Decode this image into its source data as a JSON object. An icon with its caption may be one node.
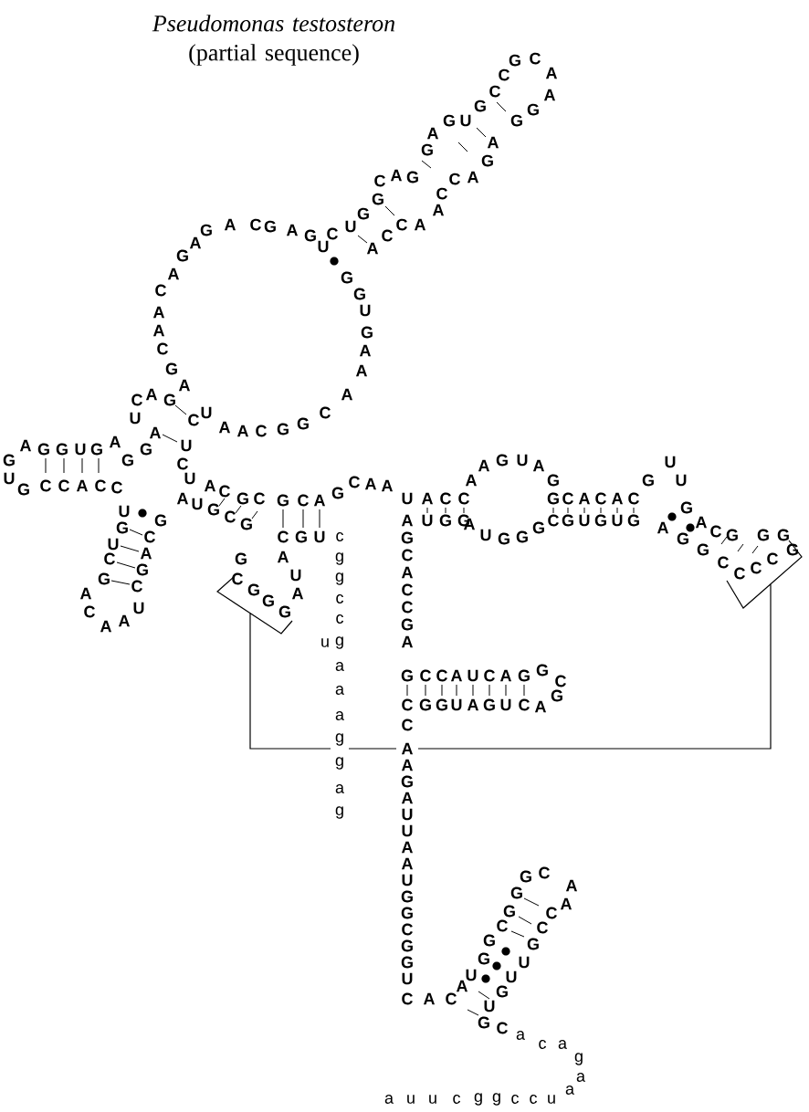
{
  "diagram": {
    "title": "*Pseudomonas testosteron* (partial sequence)",
    "labels": [
      "G",
      "A",
      "G",
      "G",
      "U",
      "G",
      "A",
      "G",
      "U",
      "G",
      "C",
      "C",
      "A",
      "C",
      "C",
      "U",
      "G",
      "U",
      "C",
      "G",
      "A",
      "C",
      "A",
      "A",
      "U",
      "C",
      "G",
      "A",
      "C",
      "G",
      "G",
      "A",
      "U",
      "C",
      "A",
      "G",
      "A",
      "G",
      "C",
      "A",
      "A",
      "C",
      "A",
      "G",
      "A",
      "G",
      "A",
      "C",
      "G",
      "A",
      "G",
      "U",
      "C",
      "U",
      "G",
      "G",
      "C",
      "A",
      "G",
      "G",
      "A",
      "G",
      "U",
      "G",
      "C",
      "C",
      "G",
      "C",
      "A",
      "A",
      "G",
      "G",
      "A",
      "G",
      "A",
      "C",
      "C",
      "A",
      "A",
      "C",
      "C",
      "A",
      "G",
      "G",
      "U",
      "G",
      "A",
      "A",
      "A",
      "C",
      "G",
      "G",
      "C",
      "A",
      "A",
      "U",
      "C",
      "U",
      "C",
      "U",
      "A",
      "C",
      "G",
      "C",
      "A",
      "U",
      "G",
      "C",
      "G",
      "G",
      "C",
      "A",
      "G",
      "C",
      "A",
      "A",
      "C",
      "G",
      "U",
      "A",
      "U",
      "A",
      "G",
      "G",
      "G",
      "C",
      "G",
      "U",
      "A",
      "C",
      "C",
      "A",
      "U",
      "G",
      "G",
      "G",
      "C",
      "A",
      "C",
      "C",
      "G",
      "A",
      "A",
      "A",
      "G",
      "U",
      "A",
      "G",
      "G",
      "C",
      "A",
      "C",
      "A",
      "C",
      "C",
      "G",
      "U",
      "G",
      "U",
      "G",
      "A",
      "U",
      "G",
      "G",
      "G",
      "G",
      "U",
      "U",
      "G",
      "A",
      "C",
      "G",
      "G",
      "G",
      "G",
      "C",
      "C",
      "C",
      "C",
      "G",
      "G",
      "A",
      "G",
      "C",
      "C",
      "A",
      "U",
      "C",
      "A",
      "G",
      "G",
      "C",
      "G",
      "A",
      "C",
      "U",
      "G",
      "A",
      "U",
      "G",
      "G",
      "C",
      "C",
      "A",
      "A",
      "G",
      "A",
      "U",
      "U",
      "A",
      "A",
      "U",
      "G",
      "G",
      "C",
      "G",
      "G",
      "U",
      "C",
      "A",
      "C",
      "A",
      "U",
      "G",
      "G",
      "C",
      "G",
      "G",
      "G",
      "C",
      "A",
      "A",
      "C",
      "C",
      "G",
      "U",
      "U",
      "G",
      "U",
      "G",
      "C",
      "c",
      "g",
      "g",
      "c",
      "c",
      "g",
      "a",
      "a",
      "a",
      "g",
      "g",
      "a",
      "g",
      "u",
      "a",
      "c",
      "a",
      "g",
      "a",
      "a",
      "u",
      "c",
      "c",
      "g",
      "g",
      "c",
      "u",
      "u",
      "a"
    ]
  }
}
